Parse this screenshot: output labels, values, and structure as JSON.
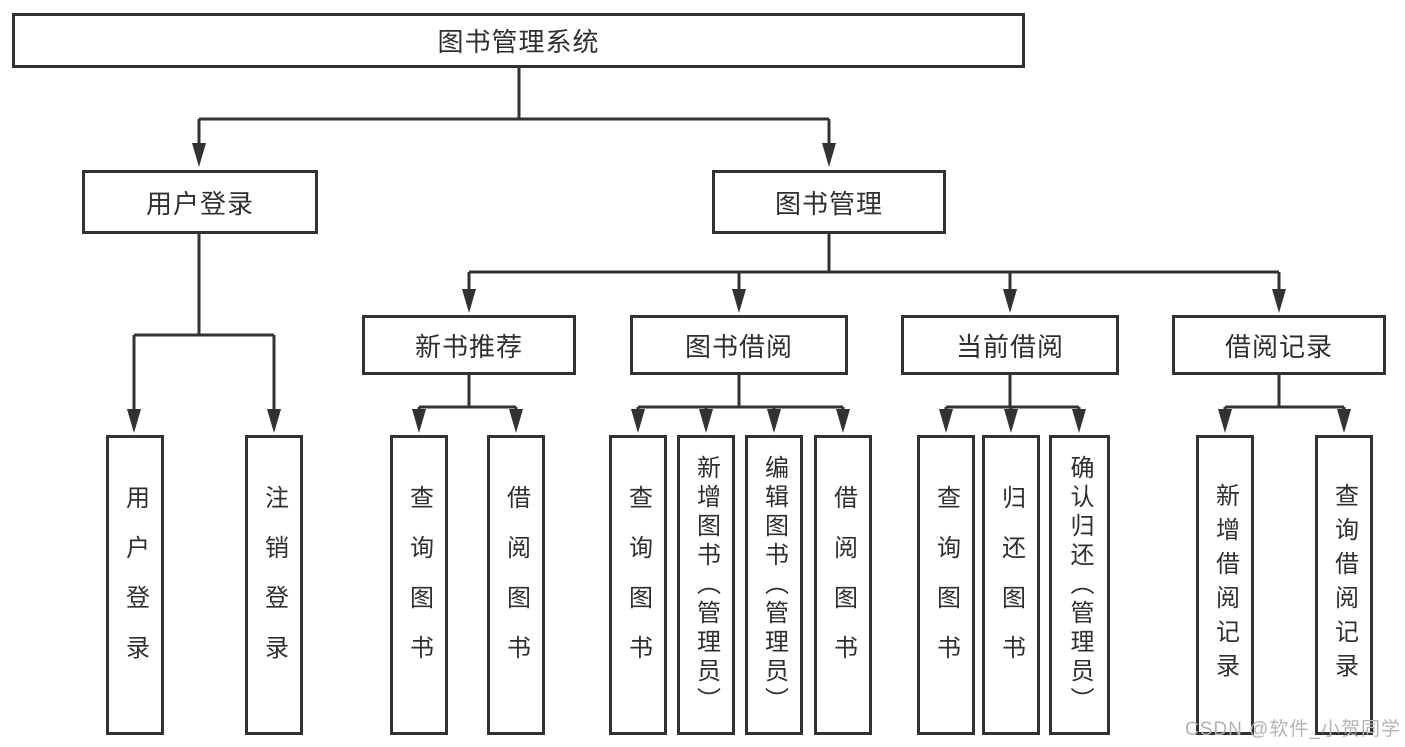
{
  "diagram": {
    "root": {
      "label": "图书管理系统"
    },
    "branches": [
      {
        "label": "用户登录",
        "children": [
          {
            "label": "用户登录"
          },
          {
            "label": "注销登录"
          }
        ]
      },
      {
        "label": "图书管理",
        "children": [
          {
            "label": "新书推荐",
            "children": [
              {
                "label": "查询图书"
              },
              {
                "label": "借阅图书"
              }
            ]
          },
          {
            "label": "图书借阅",
            "children": [
              {
                "label": "查询图书"
              },
              {
                "label": "新增图书（管理员）"
              },
              {
                "label": "编辑图书（管理员）"
              },
              {
                "label": "借阅图书"
              }
            ]
          },
          {
            "label": "当前借阅",
            "children": [
              {
                "label": "查询图书"
              },
              {
                "label": "归还图书"
              },
              {
                "label": "确认归还（管理员）"
              }
            ]
          },
          {
            "label": "借阅记录",
            "children": [
              {
                "label": "新增借阅记录"
              },
              {
                "label": "查询借阅记录"
              }
            ]
          }
        ]
      }
    ]
  },
  "watermark": {
    "text": "CSDN @软件_小贺同学"
  },
  "colors": {
    "line": "#323232",
    "text": "#2f2f2f",
    "background": "#ffffff",
    "watermark": "#b3b3b3"
  }
}
